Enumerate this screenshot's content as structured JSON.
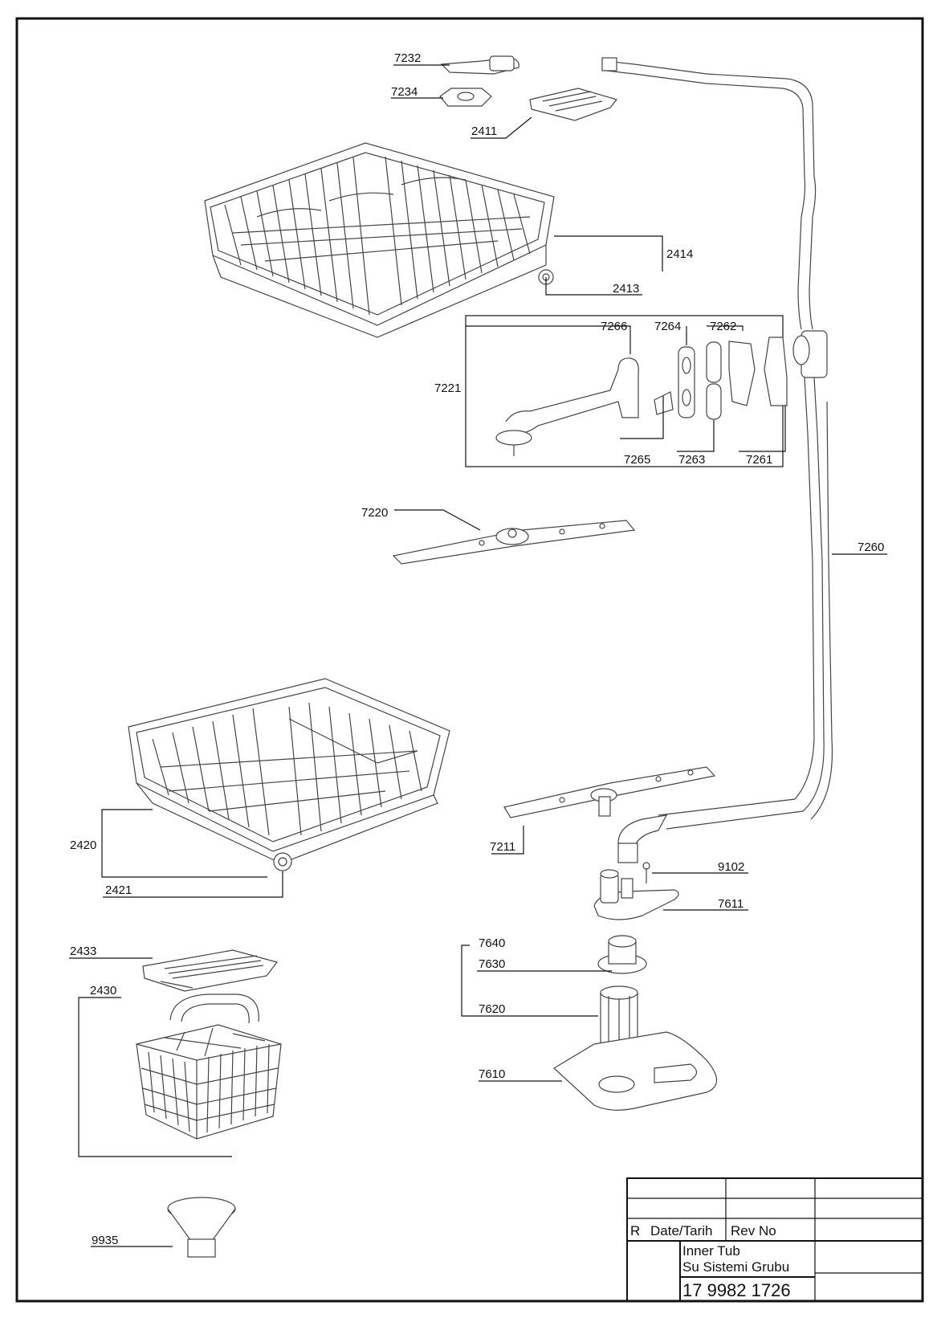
{
  "labels": {
    "p7232": "7232",
    "p7234": "7234",
    "p2411": "2411",
    "p2414": "2414",
    "p2413": "2413",
    "p7266": "7266",
    "p7264": "7264",
    "p7262": "7262",
    "p7221": "7221",
    "p7265": "7265",
    "p7263": "7263",
    "p7261": "7261",
    "p7220": "7220",
    "p7260": "7260",
    "p2420": "2420",
    "p2421": "2421",
    "p7211": "7211",
    "p9102": "9102",
    "p7611": "7611",
    "p2433": "2433",
    "p7640": "7640",
    "p7630": "7630",
    "p2430": "2430",
    "p7620": "7620",
    "p7610": "7610",
    "p9935": "9935"
  },
  "title_block": {
    "rev_letter": "R",
    "date_label": "Date/Tarih",
    "rev_no_label": "Rev No",
    "title_line1": "Inner Tub",
    "title_line2": "Su Sistemi Grubu",
    "drawing_number": "17 9982 1726"
  }
}
